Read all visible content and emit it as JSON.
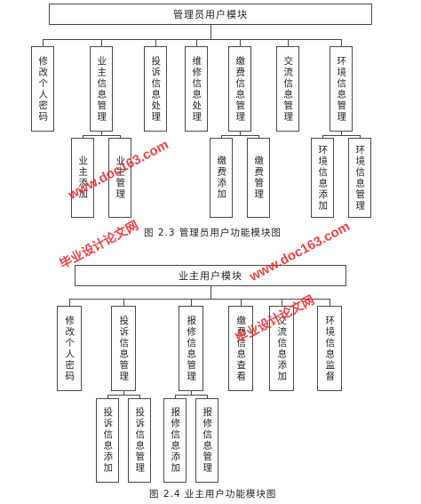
{
  "diagram1": {
    "root": "管理员用户模块",
    "modules": [
      {
        "label": "修改个人密码",
        "children": []
      },
      {
        "label": "业主信息管理",
        "children": [
          "业主添加",
          "业主管理"
        ]
      },
      {
        "label": "投诉信息处理",
        "children": []
      },
      {
        "label": "维修信息处理",
        "children": []
      },
      {
        "label": "缴费信息管理",
        "children": [
          "缴费添加",
          "缴费管理"
        ]
      },
      {
        "label": "交流信息管理",
        "children": []
      },
      {
        "label": "环境信息管理",
        "children": [
          "环境信息添加",
          "环境信息管理"
        ]
      }
    ],
    "caption": "图 2.3 管理员用户功能模块图"
  },
  "diagram2": {
    "root": "业主用户模块",
    "modules": [
      {
        "label": "修改个人密码",
        "children": []
      },
      {
        "label": "投诉信息管理",
        "children": [
          "投诉信息添加",
          "投诉信息管理"
        ]
      },
      {
        "label": "报修信息管理",
        "children": [
          "报修信息添加",
          "报修信息管理"
        ]
      },
      {
        "label": "缴费信息查看",
        "children": []
      },
      {
        "label": "交流信息添加",
        "children": []
      },
      {
        "label": "环境信息监督",
        "children": []
      }
    ],
    "caption": "图 2.4 业主用户功能模块图"
  },
  "watermarks": [
    "毕业设计论文网",
    "www.doc163.com"
  ]
}
